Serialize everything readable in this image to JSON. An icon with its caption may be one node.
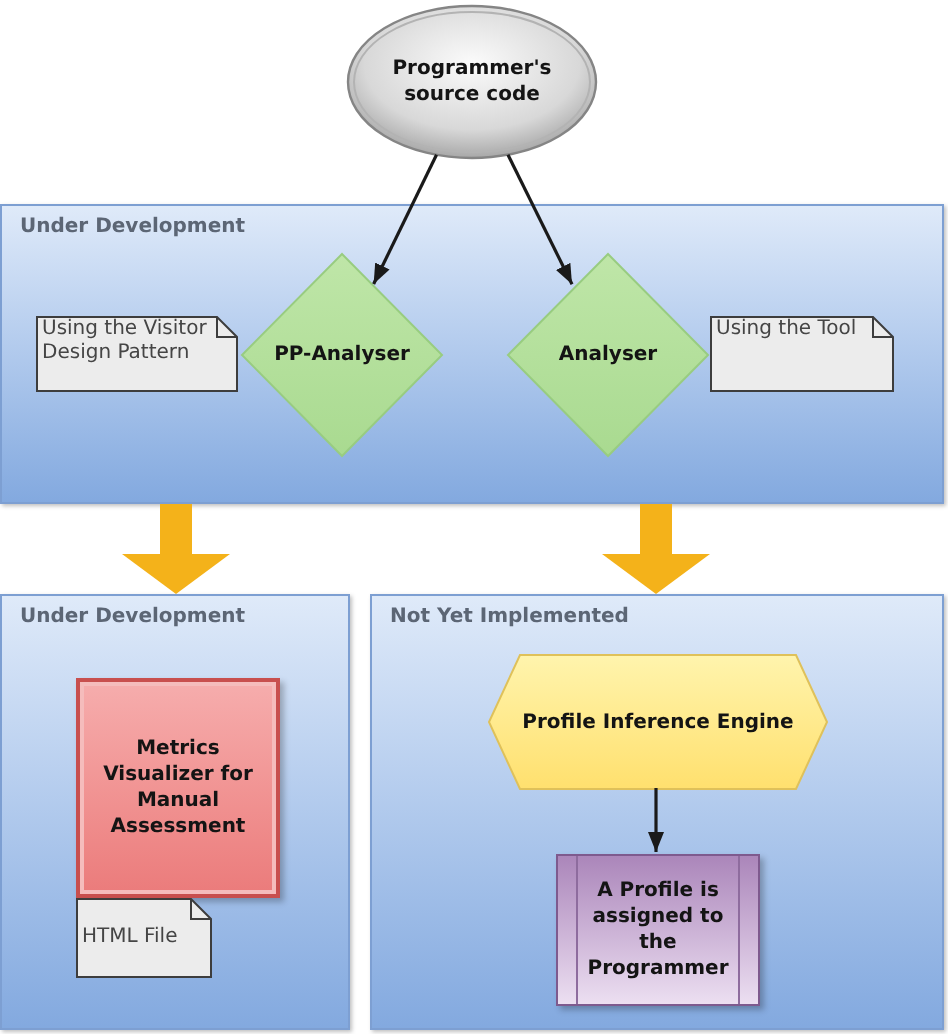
{
  "diagram": {
    "nodes": [
      {
        "text": [
          "Programmer's source code"
        ]
      },
      {
        "text": [
          "Under Development"
        ]
      },
      {
        "text": [
          "Using the Visitor Design Pattern"
        ],
        "in": 1
      },
      {
        "text": [
          "PP-Analyser"
        ],
        "in": 1
      },
      {
        "text": [
          "Analyser"
        ],
        "in": 1
      },
      {
        "text": [
          "Using the Tool"
        ],
        "in": 1
      },
      {
        "text": [
          "Under Development"
        ]
      },
      {
        "text": [
          "Metrics Visualizer for Manual Assessment"
        ],
        "in": 6
      },
      {
        "text": [
          "HTML File"
        ],
        "in": 6
      },
      {
        "text": [
          "Not Yet Implemented"
        ]
      },
      {
        "text": [
          "Profile Inference Engine"
        ],
        "in": 9
      },
      {
        "text": [
          "A Profile is assigned to the Programmer"
        ],
        "in": 9
      }
    ],
    "edges": [
      {
        "from": 0,
        "to": 3,
        "arrow": "to"
      },
      {
        "from": 0,
        "to": 4,
        "arrow": "to"
      },
      {
        "from": 1,
        "to": 6,
        "arrow": "to",
        "style": "thick",
        "color": "#f4b21a"
      },
      {
        "from": 1,
        "to": 9,
        "arrow": "to",
        "style": "thick",
        "color": "#f4b21a"
      },
      {
        "from": 10,
        "to": 11,
        "arrow": "to"
      }
    ]
  }
}
